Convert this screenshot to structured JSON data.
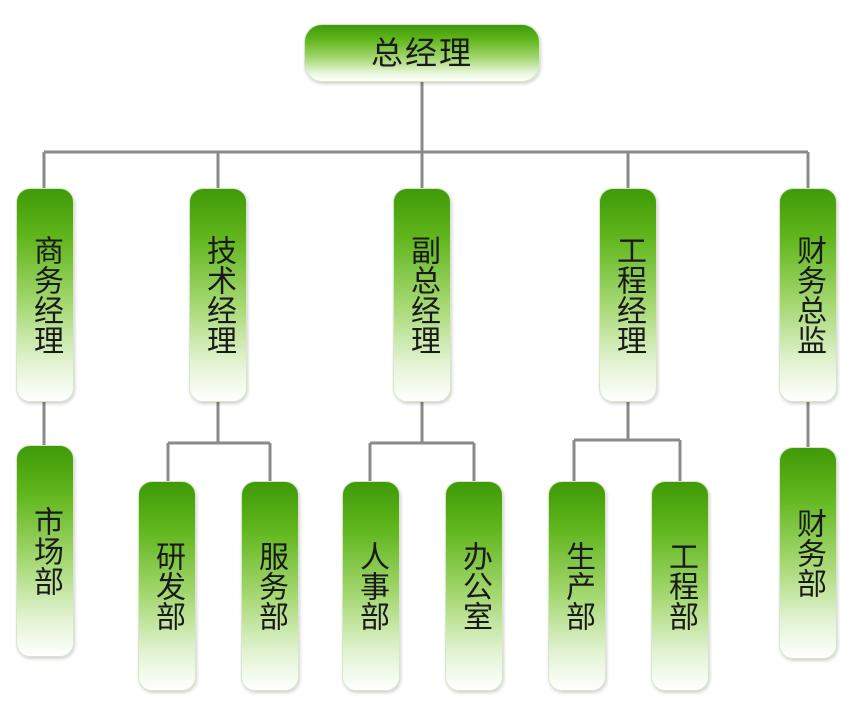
{
  "root": {
    "label": "总经理"
  },
  "departments": [
    {
      "label": "商务经理"
    },
    {
      "label": "技术经理"
    },
    {
      "label": "副总经理"
    },
    {
      "label": "工程经理"
    },
    {
      "label": "财务总监"
    }
  ],
  "subunits": [
    {
      "label": "市场部"
    },
    {
      "label": "研发部"
    },
    {
      "label": "服务部"
    },
    {
      "label": "人事部"
    },
    {
      "label": "办公室"
    },
    {
      "label": "生产部"
    },
    {
      "label": "工程部"
    },
    {
      "label": "财务部"
    }
  ],
  "colors": {
    "box_dark_green": "#3f9a08",
    "box_mid_green": "#a6d873",
    "connector_gray": "#8a8a8a",
    "text": "#1a1a1a"
  }
}
